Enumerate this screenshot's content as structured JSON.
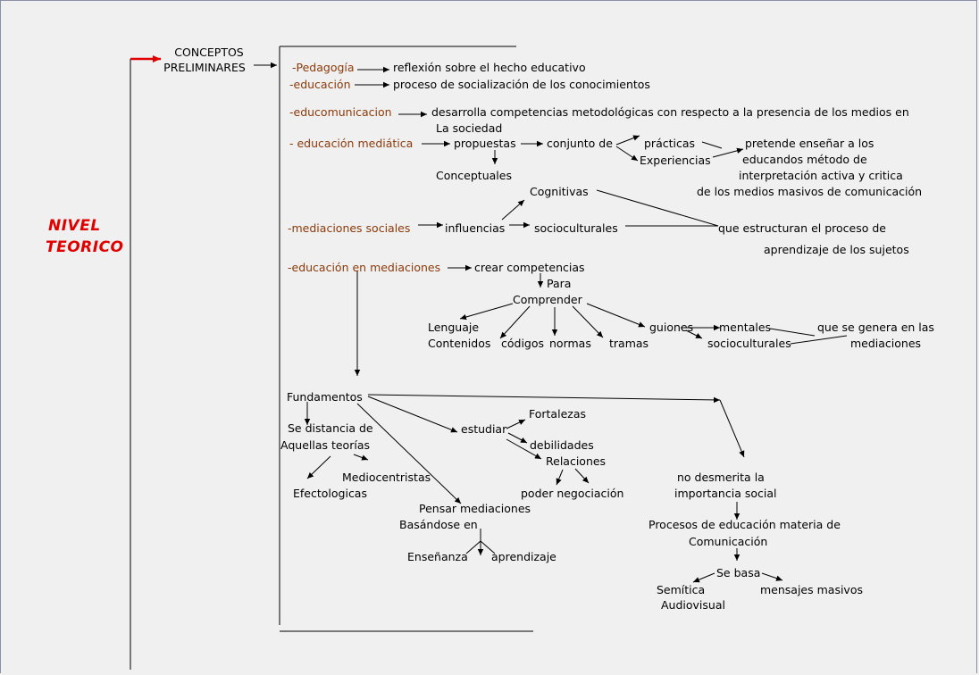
{
  "level_title": [
    "NIVEL",
    "TEORICO"
  ],
  "root": [
    "CONCEPTOS",
    "PRELIMINARES"
  ],
  "pedagogia": {
    "term": "-Pedagogía",
    "def": "reflexión sobre el hecho educativo"
  },
  "educacion": {
    "term": "-educación",
    "def": "proceso de socialización  de los conocimientos"
  },
  "educomunicacion": {
    "term": "-educomunicacion",
    "def": [
      "desarrolla competencias metodológicas  con respecto a la presencia de los medios en",
      "La sociedad"
    ]
  },
  "educacion_mediatica": {
    "term": "- educación  mediática",
    "propuestas": "propuestas",
    "conceptuales": "Conceptuales",
    "conjunto": "conjunto de",
    "practicas": "prácticas",
    "experiencias": "Experiencias",
    "pretende": [
      "pretende  enseñar a los",
      "educandos método de",
      "interpretación  activa  y critica",
      "de los medios masivos de comunicación"
    ]
  },
  "mediaciones": {
    "term": "-mediaciones  sociales",
    "influencias": "influencias",
    "cognitivas": "Cognitivas",
    "socioculturales": "socioculturales",
    "estructuran": [
      "que  estructuran  el proceso de",
      "aprendizaje  de los sujetos"
    ]
  },
  "edu_mediaciones": {
    "term": "-educación  en mediaciones",
    "crear": "crear competencias",
    "para": "Para",
    "comprender": "Comprender",
    "lenguaje": "Lenguaje",
    "contenidos": "Contenidos",
    "codigos": "códigos",
    "normas": "normas",
    "tramas": "tramas",
    "guiones": "guiones",
    "mentales": "mentales",
    "socioculturales": "socioculturales",
    "genera": [
      "que se genera en las",
      "mediaciones"
    ]
  },
  "fundamentos": {
    "label": "Fundamentos",
    "distancia": [
      "Se distancia  de",
      "Aquellas  teorías"
    ],
    "mediocentristas": "Mediocentristas",
    "efectologicas": "Efectologicas",
    "estudiar": "estudiar",
    "fortalezas": "Fortalezas",
    "debilidades": "debilidades",
    "relaciones": "Relaciones",
    "poder": "poder  negociación",
    "pensar": "Pensar mediaciones",
    "basandose": "Basándose  en",
    "ensenanza": "Enseñanza",
    "aprendizaje": "aprendizaje",
    "desmerita": [
      "no desmerita la",
      "importancia social"
    ],
    "procesos": [
      "Procesos de educación materia de",
      "Comunicación"
    ],
    "sebasa": "Se basa",
    "semitica": [
      "Semítica",
      "Audiovisual"
    ],
    "mensajes": "mensajes masivos"
  },
  "colors": {
    "title": "#e00000",
    "term": "#8b3a0a",
    "arrow": "#000000"
  }
}
